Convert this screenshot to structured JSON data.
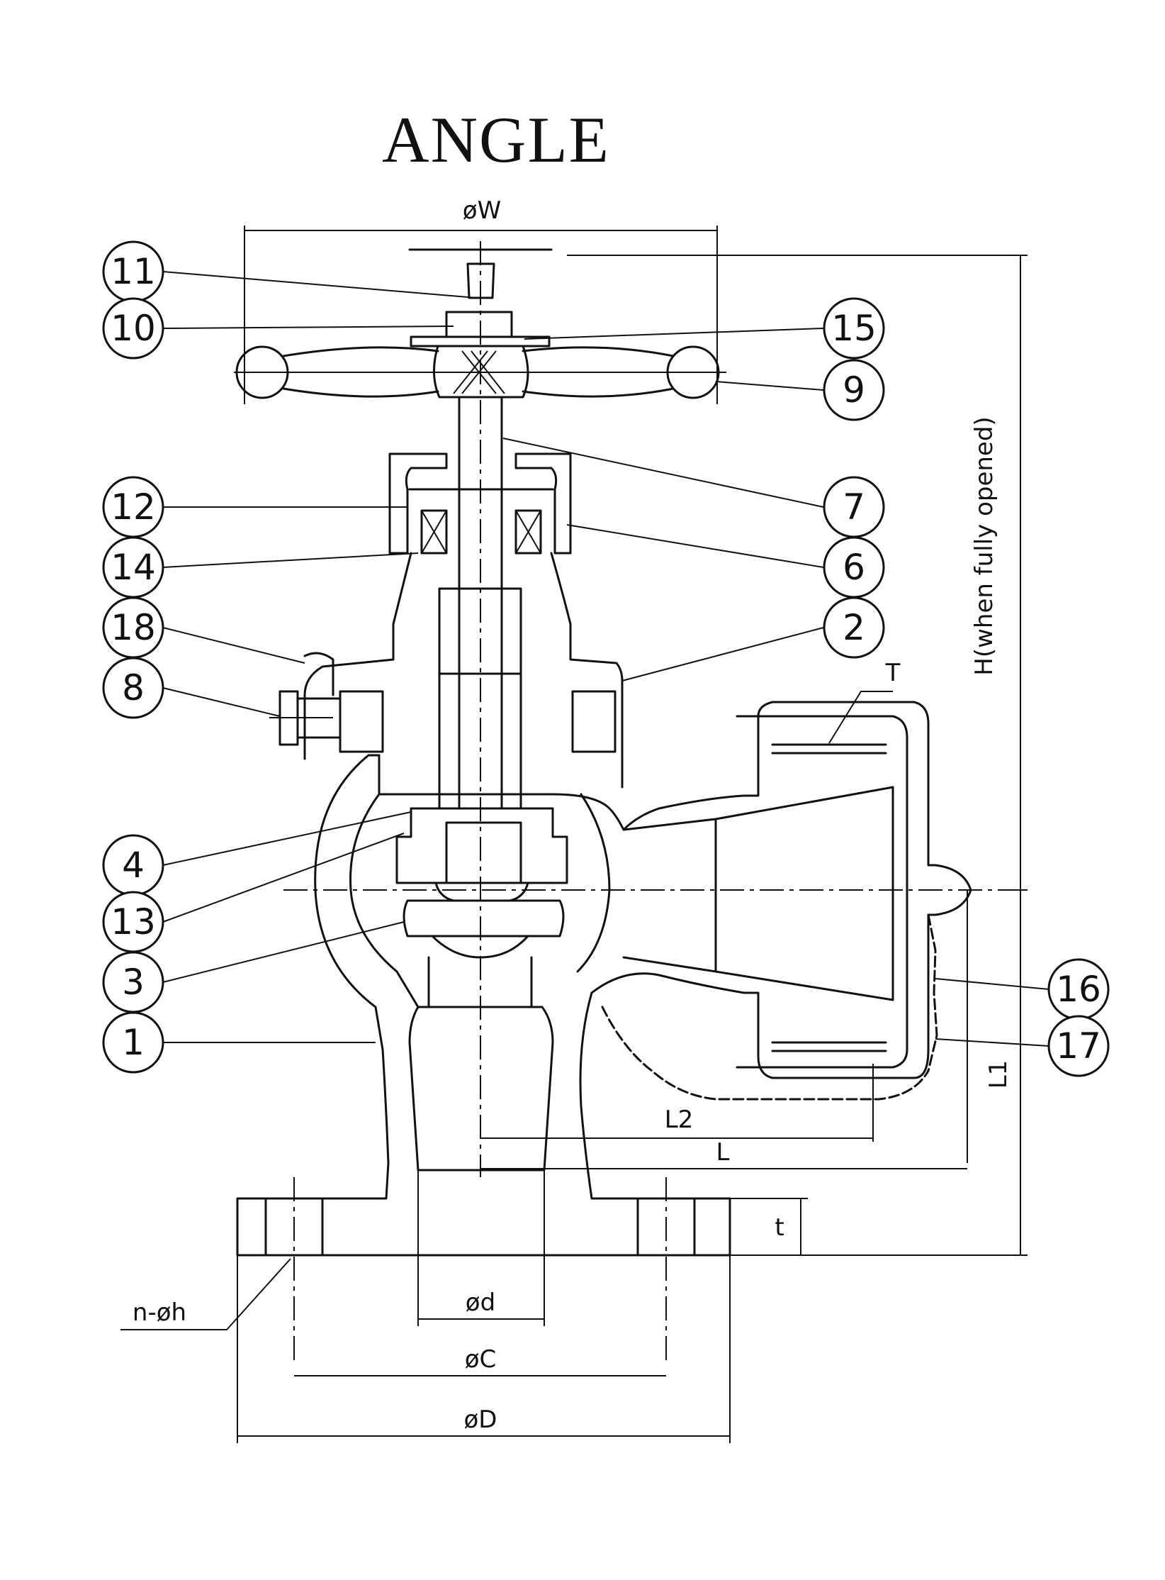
{
  "title": "ANGLE",
  "callouts": {
    "c11": "11",
    "c10": "10",
    "c15": "15",
    "c9": "9",
    "c7": "7",
    "c12": "12",
    "c14": "14",
    "c6": "6",
    "c18": "18",
    "c2": "2",
    "c8": "8",
    "c4": "4",
    "c13": "13",
    "c3": "3",
    "c1": "1",
    "c16": "16",
    "c17": "17"
  },
  "dimensions": {
    "handwheel_dia": "øW",
    "height": "H(when fully opened)",
    "thread": "T",
    "l2": "L2",
    "l": "L",
    "l1": "L1",
    "t": "t",
    "bolt_holes": "n-øh",
    "bore": "ød",
    "pcd": "øC",
    "flange_od": "øD"
  }
}
